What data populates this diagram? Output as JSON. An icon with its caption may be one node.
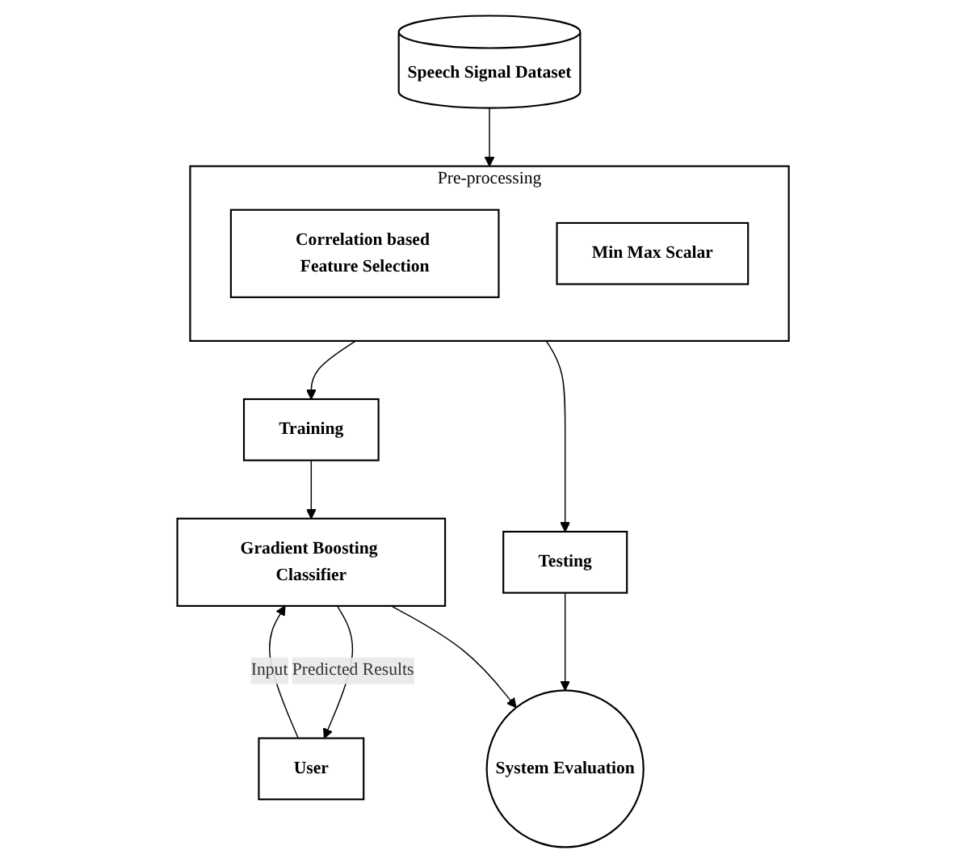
{
  "diagram": {
    "nodes": [
      {
        "text": [
          "Speech Signal Dataset"
        ]
      },
      {
        "text": [
          "Pre-processing"
        ]
      },
      {
        "text": [
          "Correlation based Feature Selection"
        ],
        "in": 1
      },
      {
        "text": [
          "Min Max Scalar"
        ],
        "in": 1
      },
      {
        "text": [
          "Training"
        ]
      },
      {
        "text": [
          "Testing"
        ]
      },
      {
        "text": [
          "User"
        ]
      },
      {
        "text": [
          "Gradient Boosting Classifier"
        ]
      },
      {
        "text": [
          "System Evaluation"
        ]
      }
    ],
    "edges": [
      {
        "from": 0,
        "to": 1,
        "arrow": "to"
      },
      {
        "from": 1,
        "to": 4,
        "arrow": "to"
      },
      {
        "from": 1,
        "to": 5,
        "arrow": "to"
      },
      {
        "from": 4,
        "to": 7,
        "arrow": "to"
      },
      {
        "from": 5,
        "to": 8,
        "arrow": "to"
      },
      {
        "from": 6,
        "to": 7,
        "label": "Input",
        "arrow": "to"
      },
      {
        "from": 7,
        "to": 6,
        "label": "Predicted Results",
        "arrow": "to"
      },
      {
        "from": 7,
        "to": 8,
        "arrow": "to"
      }
    ]
  }
}
